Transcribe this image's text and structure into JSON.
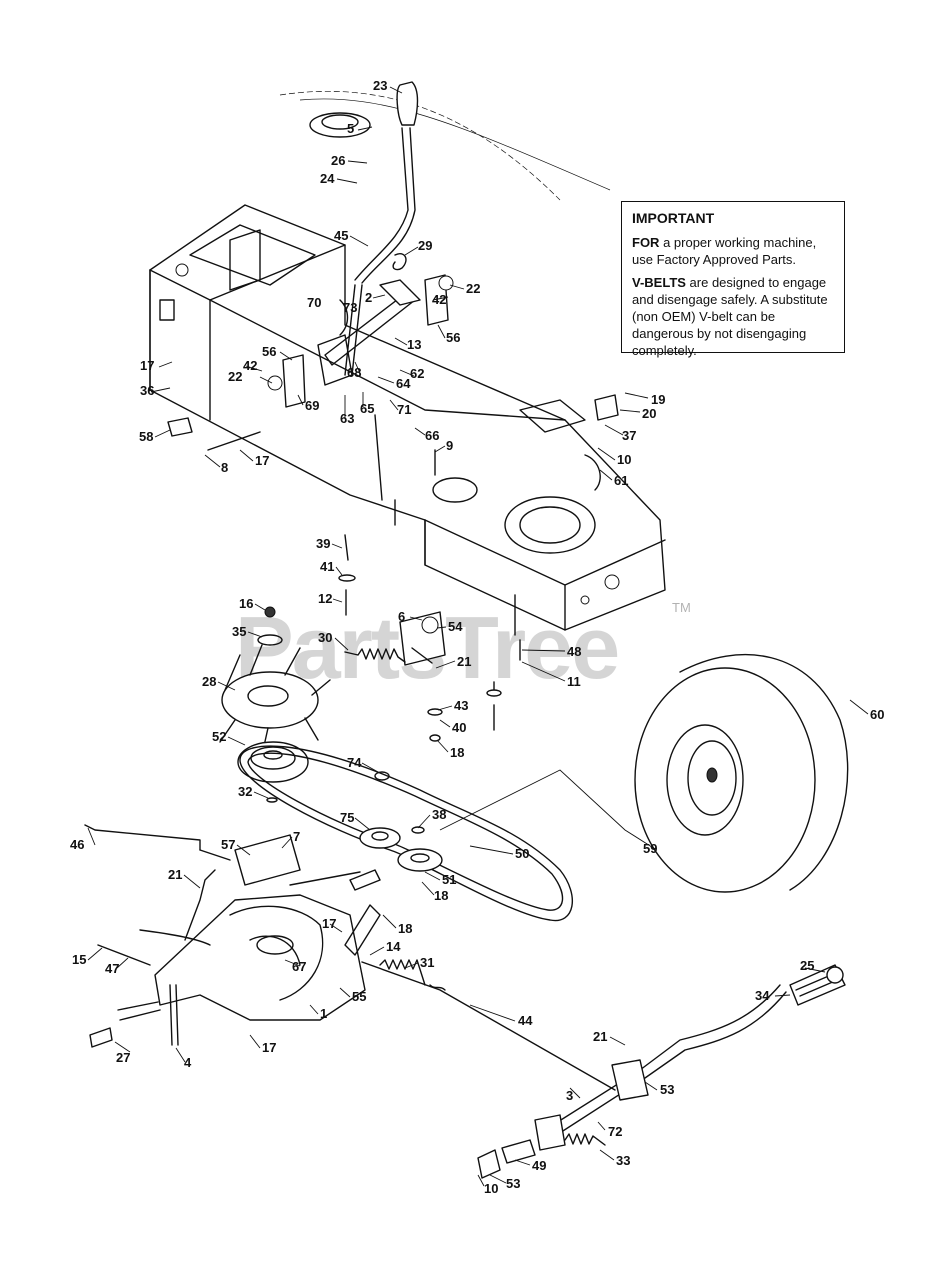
{
  "notice": {
    "heading": "IMPORTANT",
    "para1_lead": "FOR",
    "para1_rest": " a proper working machine, use Factory Approved Parts.",
    "para2_lead": "V-BELTS",
    "para2_rest": " are designed to engage and disengage safely. A substitute (non OEM) V-belt can be dangerous by not disengaging completely."
  },
  "watermark": {
    "text": "PartsTree",
    "tm": "TM"
  },
  "callouts": {
    "c23": "23",
    "c5": "5",
    "c26": "26",
    "c24": "24",
    "c45": "45",
    "c29": "29",
    "c2": "2",
    "c22a": "22",
    "c42a": "42",
    "c56a": "56",
    "c70": "70",
    "c73": "73",
    "c13": "13",
    "c56b": "56",
    "c42b": "42",
    "c22b": "22",
    "c17a": "17",
    "c36": "36",
    "c68": "68",
    "c62": "62",
    "c64": "64",
    "c69": "69",
    "c63": "63",
    "c65": "65",
    "c71": "71",
    "c19": "19",
    "c20": "20",
    "c58": "58",
    "c37": "37",
    "c66": "66",
    "c9": "9",
    "c10a": "10",
    "c8": "8",
    "c17b": "17",
    "c61": "61",
    "c39": "39",
    "c41": "41",
    "c12": "12",
    "c16": "16",
    "c35": "35",
    "c6": "6",
    "c54": "54",
    "c30": "30",
    "c48": "48",
    "c21a": "21",
    "c11": "11",
    "c28": "28",
    "c43": "43",
    "c60": "60",
    "c40": "40",
    "c18a": "18",
    "c52": "52",
    "c74": "74",
    "c32": "32",
    "c38": "38",
    "c75": "75",
    "c46": "46",
    "c57": "57",
    "c7": "7",
    "c50": "50",
    "c59": "59",
    "c21b": "21",
    "c51": "51",
    "c18b": "18",
    "c17c": "17",
    "c18c": "18",
    "c14": "14",
    "c15": "15",
    "c47": "47",
    "c67": "67",
    "c31": "31",
    "c55": "55",
    "c1": "1",
    "c25": "25",
    "c34": "34",
    "c44": "44",
    "c27": "27",
    "c4": "4",
    "c17d": "17",
    "c21c": "21",
    "c53a": "53",
    "c3": "3",
    "c72": "72",
    "c33": "33",
    "c49": "49",
    "c10b": "10",
    "c53b": "53"
  }
}
